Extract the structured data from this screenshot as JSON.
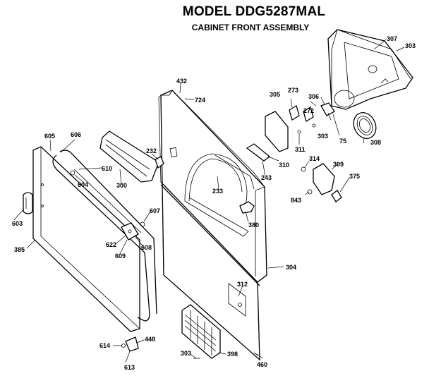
{
  "header": {
    "title": "MODEL DDG5287MAL",
    "subtitle": "CABINET FRONT ASSEMBLY"
  },
  "callouts": [
    {
      "id": "c307a",
      "label": "307"
    },
    {
      "id": "c303a",
      "label": "303"
    },
    {
      "id": "c432",
      "label": "432"
    },
    {
      "id": "c724",
      "label": "724"
    },
    {
      "id": "c305",
      "label": "305"
    },
    {
      "id": "c273",
      "label": "273"
    },
    {
      "id": "c306",
      "label": "306"
    },
    {
      "id": "c272",
      "label": "272"
    },
    {
      "id": "c303b",
      "label": "303"
    },
    {
      "id": "c75",
      "label": "75"
    },
    {
      "id": "c308",
      "label": "308"
    },
    {
      "id": "c311",
      "label": "311"
    },
    {
      "id": "c310",
      "label": "310"
    },
    {
      "id": "c314",
      "label": "314"
    },
    {
      "id": "c309",
      "label": "309"
    },
    {
      "id": "c375",
      "label": "375"
    },
    {
      "id": "c243",
      "label": "243"
    },
    {
      "id": "c843",
      "label": "843"
    },
    {
      "id": "c232",
      "label": "232"
    },
    {
      "id": "c233",
      "label": "233"
    },
    {
      "id": "c380",
      "label": "380"
    },
    {
      "id": "c605",
      "label": "605"
    },
    {
      "id": "c606",
      "label": "606"
    },
    {
      "id": "c610",
      "label": "610"
    },
    {
      "id": "c604",
      "label": "604"
    },
    {
      "id": "c300",
      "label": "300"
    },
    {
      "id": "c607",
      "label": "607"
    },
    {
      "id": "c603",
      "label": "603"
    },
    {
      "id": "c622",
      "label": "622"
    },
    {
      "id": "c609",
      "label": "609"
    },
    {
      "id": "c608",
      "label": "608"
    },
    {
      "id": "c385",
      "label": "385"
    },
    {
      "id": "c304",
      "label": "304"
    },
    {
      "id": "c312",
      "label": "312"
    },
    {
      "id": "c614",
      "label": "614"
    },
    {
      "id": "c448",
      "label": "448"
    },
    {
      "id": "c613",
      "label": "613"
    },
    {
      "id": "c303c",
      "label": "303"
    },
    {
      "id": "c398",
      "label": "398"
    },
    {
      "id": "c460",
      "label": "460"
    }
  ]
}
